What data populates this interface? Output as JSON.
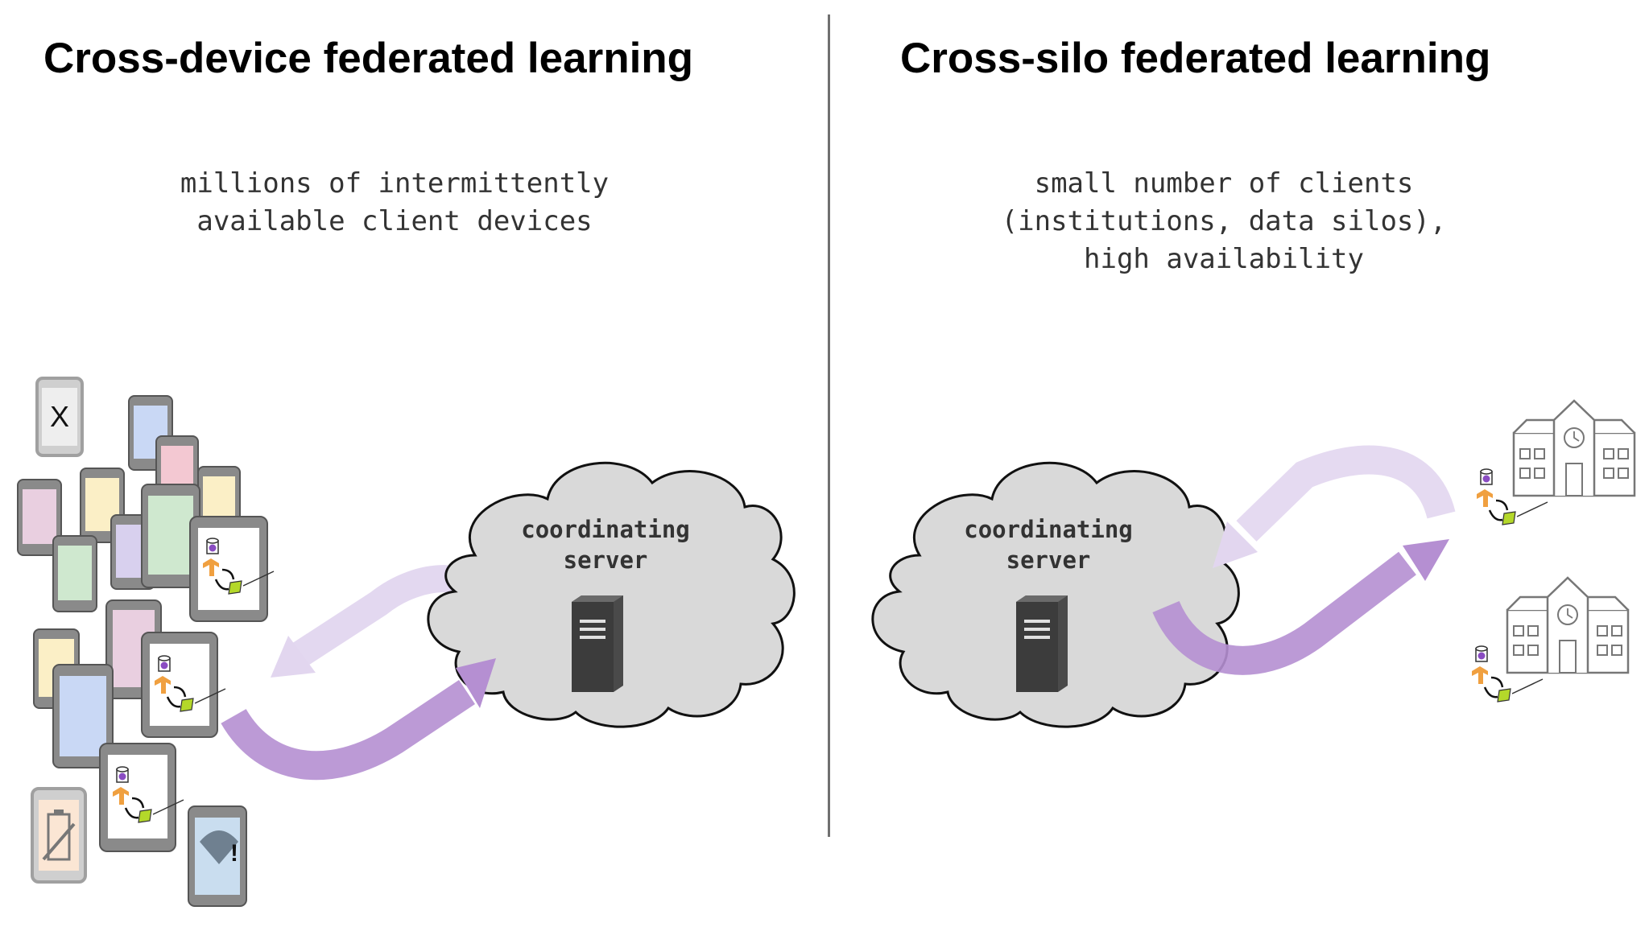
{
  "left": {
    "title": "Cross-device federated learning",
    "subtitle_lines": [
      "millions of intermittently",
      "available client devices"
    ],
    "server_label_lines": [
      "coordinating",
      "server"
    ],
    "offline_phone_mark": "X",
    "wifi_alert_mark": "!"
  },
  "right": {
    "title": "Cross-silo federated learning",
    "subtitle_lines": [
      "small number of clients",
      "(institutions, data silos),",
      "high availability"
    ],
    "server_label_lines": [
      "coordinating",
      "server"
    ]
  },
  "colors": {
    "cloud_fill": "#d9d9d9",
    "cloud_stroke": "#111111",
    "arrow_upload": "#b58fd2",
    "arrow_download": "#e2d6ef",
    "server_body": "#4a4a4a",
    "phone_frame": "#8a8a8a",
    "phone_screens": [
      "#c9d8f5",
      "#f3c8d2",
      "#fbefc6",
      "#e9cfe0",
      "#cfe8cf",
      "#d8d0ee",
      "#f5ead0"
    ],
    "model_icon_orange": "#f0a040",
    "model_icon_green": "#b4d82a",
    "model_icon_purple": "#8a4cc2",
    "building_stroke": "#777777"
  },
  "icons": [
    "smartphone-icon",
    "server-icon",
    "cloud-icon",
    "building-icon",
    "battery-icon",
    "wifi-icon",
    "tensorflow-icon",
    "database-icon",
    "model-update-icon"
  ]
}
